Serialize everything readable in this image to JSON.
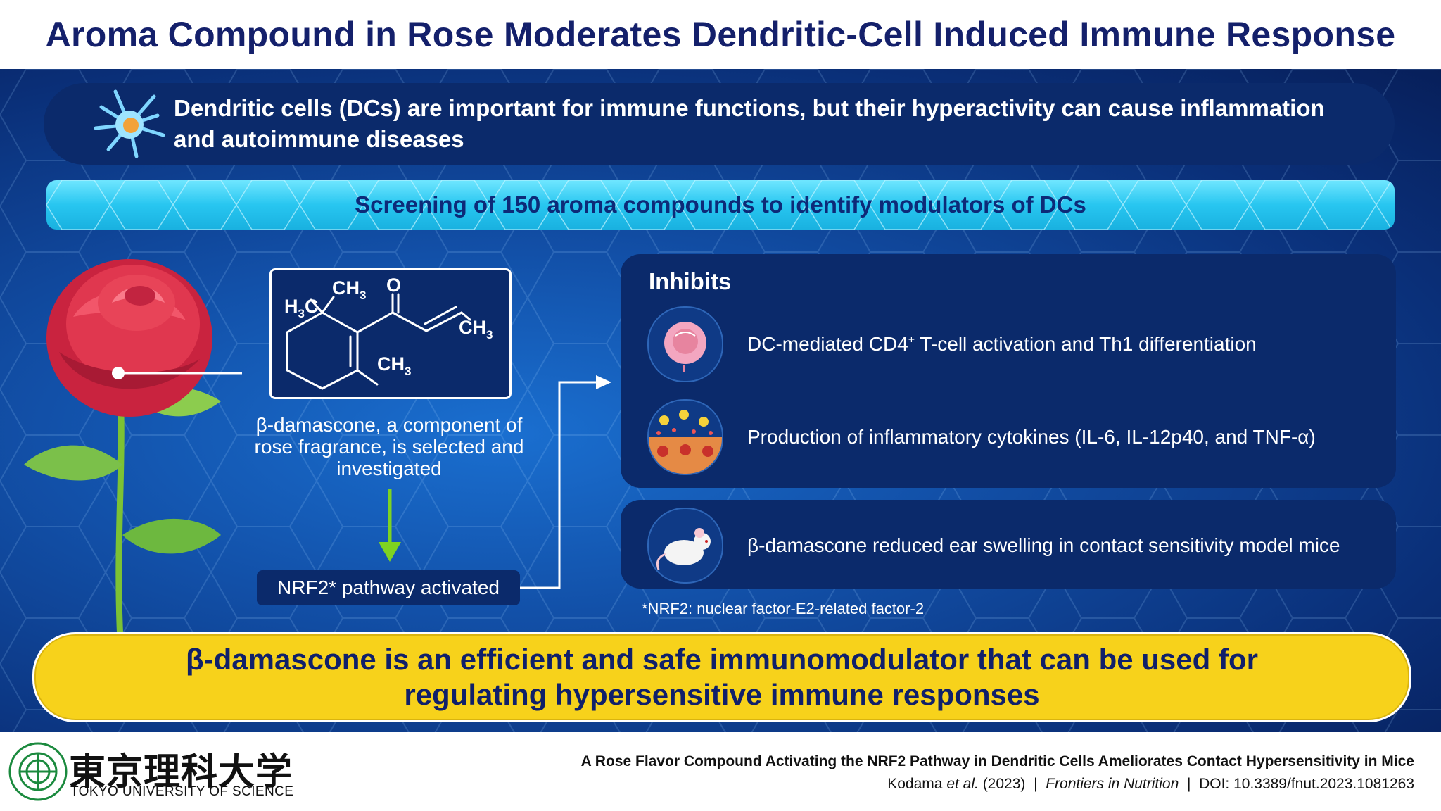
{
  "title": "Aroma Compound in Rose Moderates Dendritic-Cell Induced Immune Response",
  "intro": {
    "text": "Dendritic cells (DCs) are important for immune functions, but their hyperactivity can cause inflammation and autoimmune diseases",
    "icon": "dendritic-cell-icon"
  },
  "screening": {
    "text": "Screening of 150 aroma compounds to identify modulators of DCs"
  },
  "molecule": {
    "labels": {
      "h3c": "H",
      "h3c_sub": "3",
      "h3c_c": "C",
      "ch3_top": "CH",
      "ch3_top_sub": "3",
      "o": "O",
      "ch3_right": "CH",
      "ch3_right_sub": "3",
      "ch3_bottom": "CH",
      "ch3_bottom_sub": "3"
    }
  },
  "compound_description": "β-damascone, a component of rose fragrance, is selected and investigated",
  "pathway": "NRF2* pathway activated",
  "inhibits": {
    "heading": "Inhibits",
    "items": [
      {
        "text_pre": "DC-mediated CD4",
        "sup": "+",
        "text_post": " T-cell activation and Th1 differentiation",
        "icon": "t-cell-icon"
      },
      {
        "text": "Production of inflammatory cytokines (IL-6, IL-12p40, and TNF-α)",
        "icon": "cytokines-icon"
      }
    ]
  },
  "mouse_result": {
    "text": "β-damascone reduced ear swelling in contact sensitivity model mice",
    "icon": "mouse-icon"
  },
  "footnote": "*NRF2: nuclear factor-E2-related factor-2",
  "conclusion": "β-damascone is an efficient and safe immunomodulator that can be used for regulating hypersensitive immune responses",
  "footer": {
    "logo_ja": "東京理科大学",
    "logo_en": "TOKYO UNIVERSITY OF SCIENCE",
    "paper_title": "A Rose Flavor Compound Activating the NRF2 Pathway in Dendritic Cells Ameliorates Contact Hypersensitivity in Mice",
    "author": "Kodama",
    "et_al": "et al.",
    "year": "(2023)",
    "journal": "Frontiers in Nutrition",
    "doi": "DOI: 10.3389/fnut.2023.1081263",
    "separator": "|"
  },
  "colors": {
    "title": "#14206b",
    "panel_dark": "#0b2a6b",
    "screen_cyan": "#28c6f0",
    "conclusion_yellow": "#f7d21b",
    "arrow_green": "#7ed321"
  }
}
